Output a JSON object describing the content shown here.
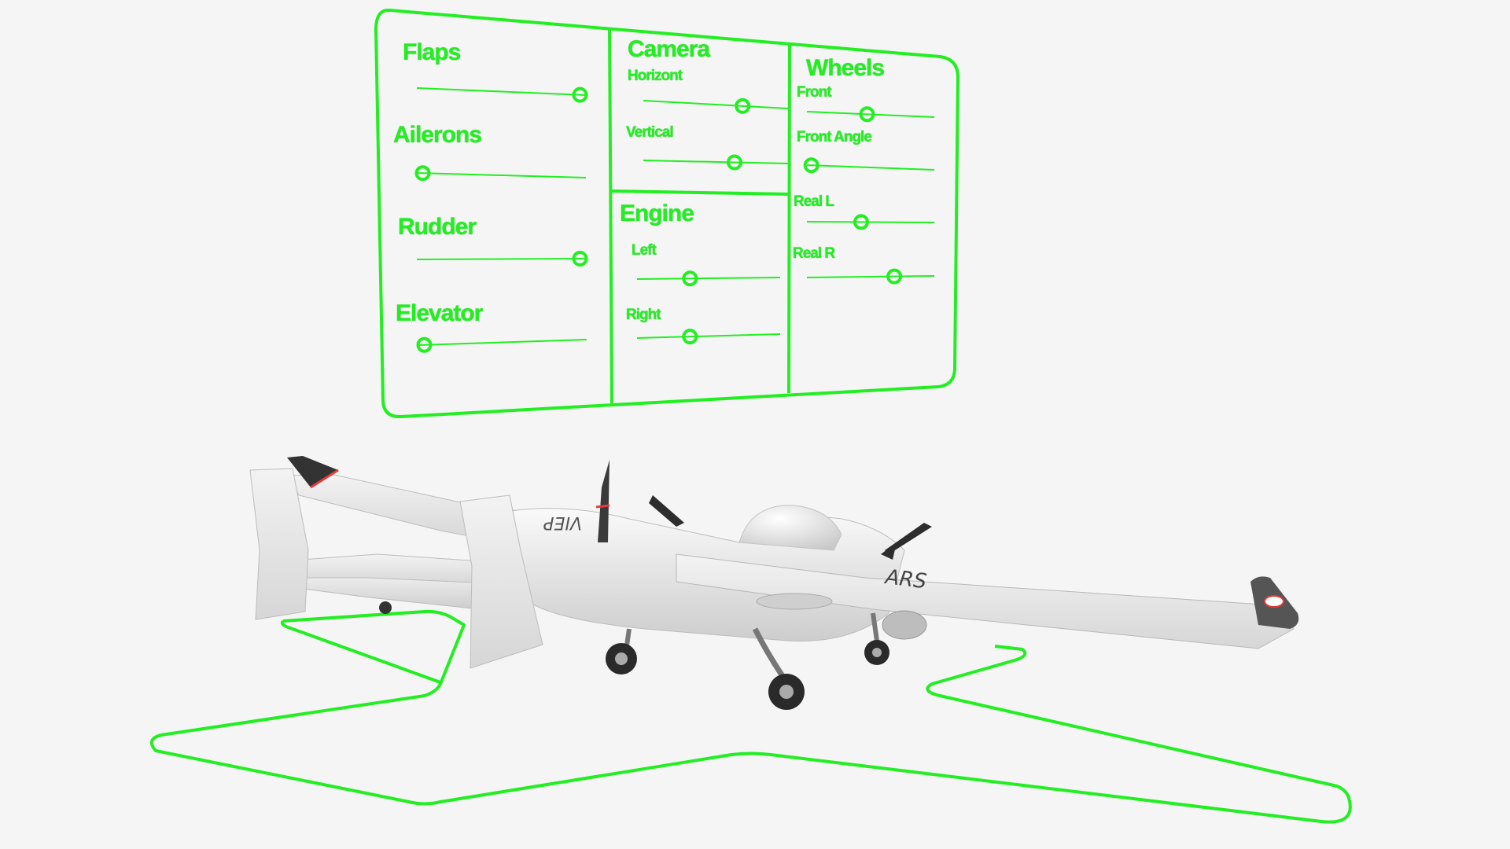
{
  "colors": {
    "wire": "#22ee22",
    "background": "#f5f5f5",
    "aircraft_body": "#e9e9e9",
    "aircraft_shade": "#cfcfcf",
    "accent_dark": "#333333",
    "accent_red": "#e43a3a"
  },
  "panel": {
    "flaps": {
      "label": "Flaps",
      "value": 1.0
    },
    "ailerons": {
      "label": "Ailerons",
      "value": 0.0
    },
    "rudder": {
      "label": "Rudder",
      "value": 1.0
    },
    "elevator": {
      "label": "Elevator",
      "value": 0.0
    },
    "camera": {
      "title": "Camera",
      "horizont": {
        "label": "Horizont",
        "value": 0.7
      },
      "vertical": {
        "label": "Vertical",
        "value": 0.64
      }
    },
    "engine": {
      "title": "Engine",
      "left": {
        "label": "Left",
        "value": 0.36
      },
      "right": {
        "label": "Right",
        "value": 0.36
      }
    },
    "wheels": {
      "title": "Wheels",
      "front": {
        "label": "Front",
        "value": 0.47
      },
      "front_angle": {
        "label": "Front Angle",
        "value": 0.0
      },
      "rear_l": {
        "label": "Real L",
        "value": 0.42
      },
      "rear_r": {
        "label": "Real R",
        "value": 0.7
      }
    }
  },
  "aircraft": {
    "wing_marking": "ARS",
    "tail_marking": "VIEP"
  }
}
